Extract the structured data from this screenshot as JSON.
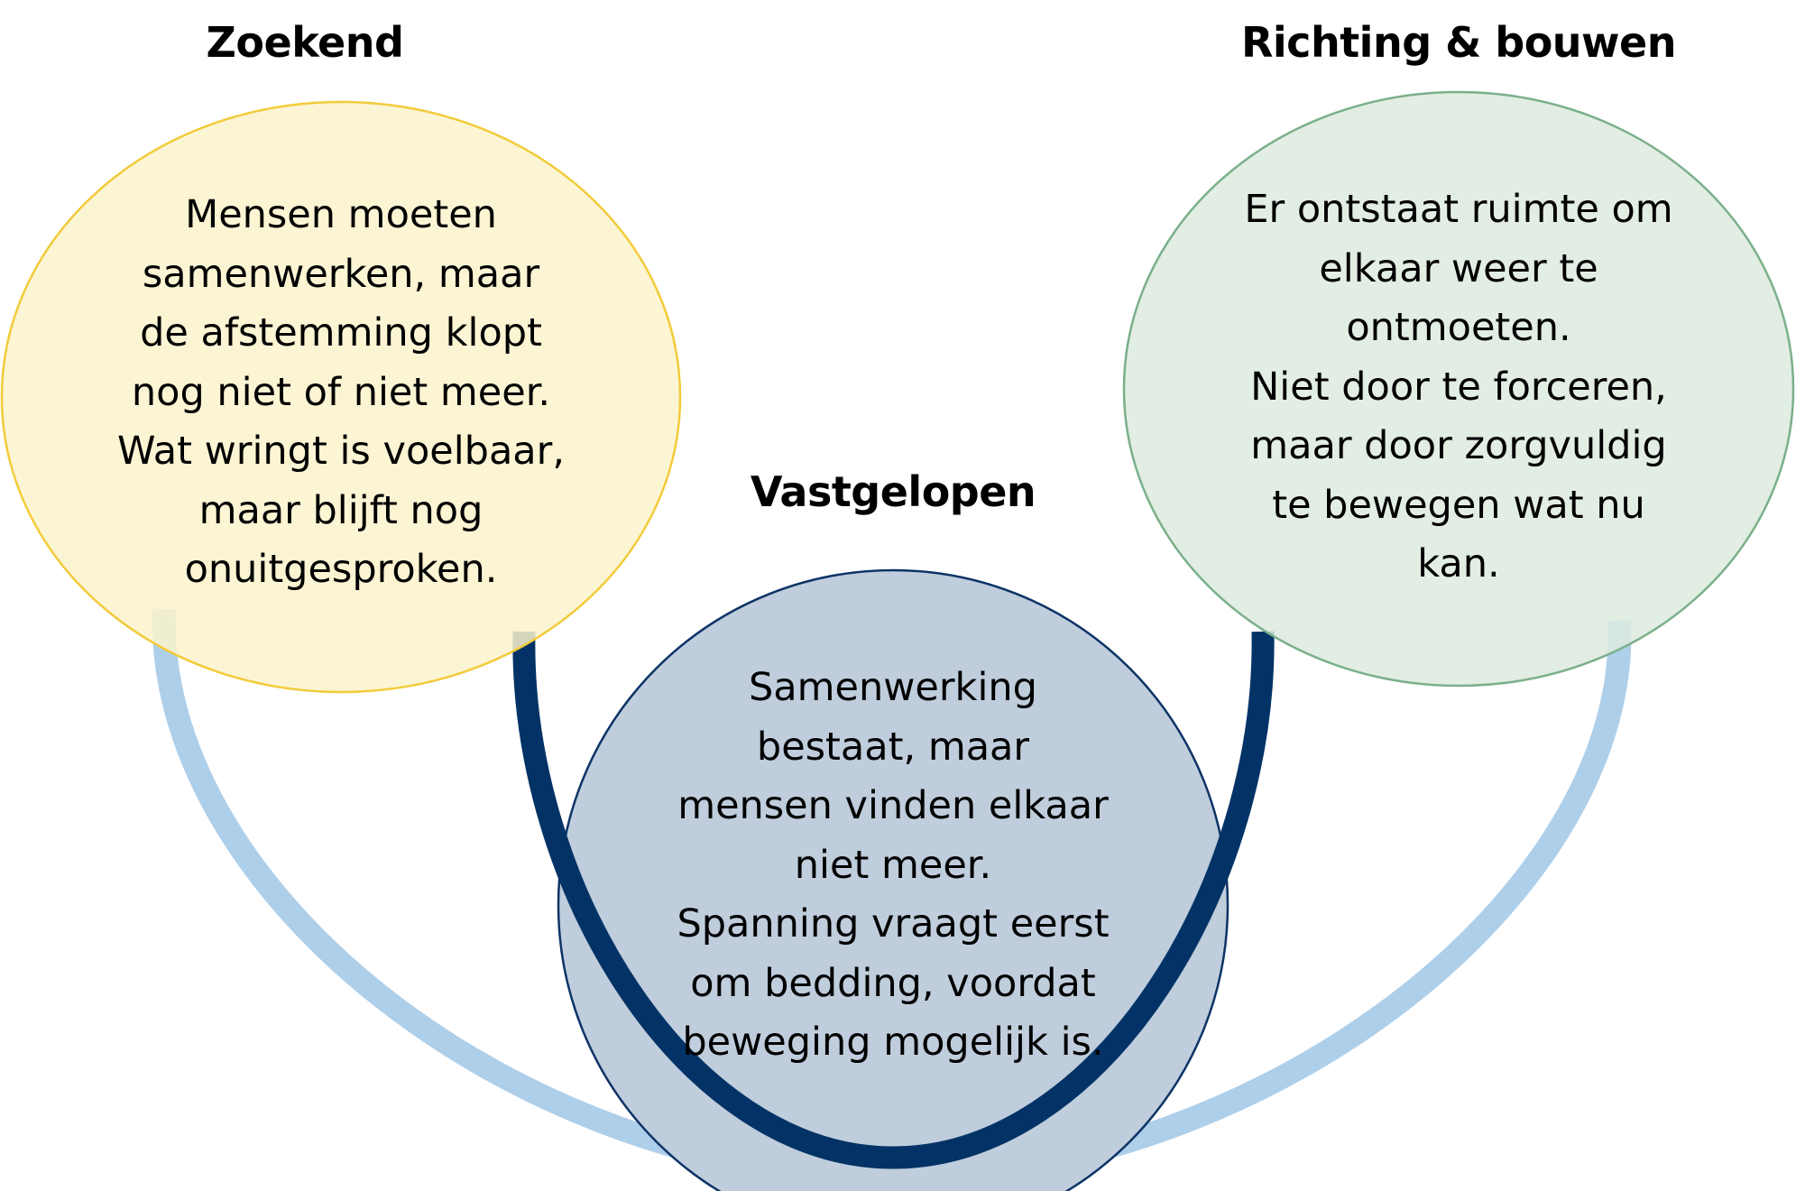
{
  "colors": {
    "yellow_fill": "#FBF3CD",
    "yellow_stroke": "#F2CB3A",
    "green_fill": "#DDEADF",
    "green_stroke": "#7AB08A",
    "blue_fill": "#BFCDDC",
    "blue_stroke": "#0D3366",
    "dark_arc": "#033366",
    "light_arc": "#AECFEA"
  },
  "stages": [
    {
      "title": "Zoekend",
      "text": "Mensen moeten\nsamenwerken, maar\nde afstemming klopt\nnog niet of niet meer.\nWat wringt is voelbaar,\nmaar blijft nog\nonuitgesproken."
    },
    {
      "title": "Vastgelopen",
      "text": "Samenwerking\nbestaat, maar\nmensen vinden elkaar\nniet meer.\nSpanning vraagt eerst\nom bedding, voordat\nbeweging mogelijk is."
    },
    {
      "title": "Richting & bouwen",
      "text": "Er ontstaat ruimte om\nelkaar weer te\nontmoeten.\nNiet door te forceren,\nmaar door zorgvuldig\nte bewegen wat nu\nkan."
    }
  ]
}
